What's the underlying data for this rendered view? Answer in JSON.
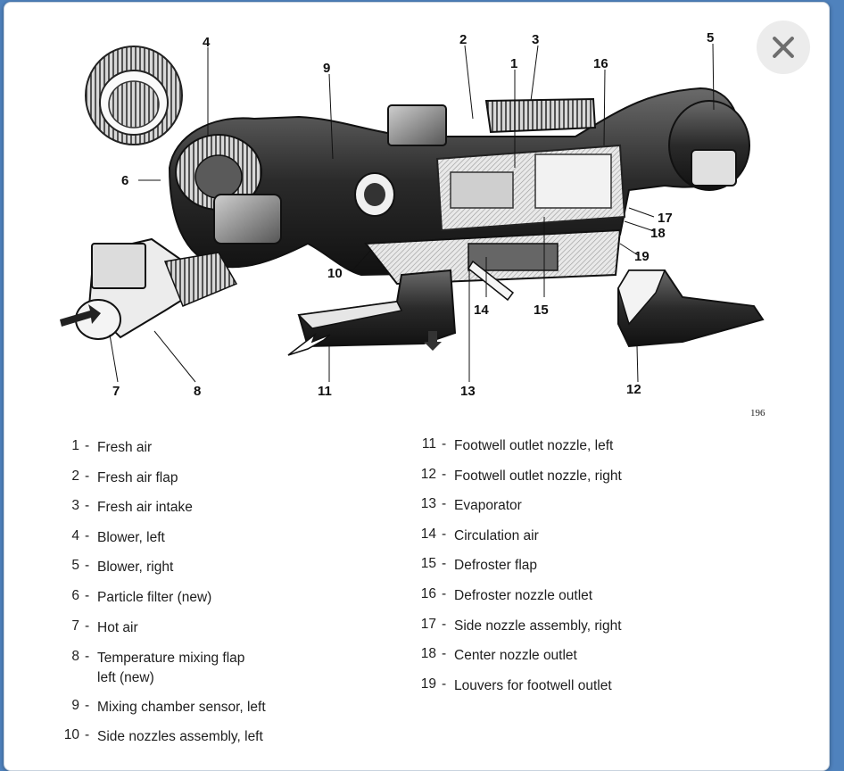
{
  "callouts": [
    "1",
    "2",
    "3",
    "4",
    "5",
    "6",
    "7",
    "8",
    "9",
    "10",
    "11",
    "12",
    "13",
    "14",
    "15",
    "16",
    "17",
    "18",
    "19"
  ],
  "figure_number": "196",
  "legend": [
    {
      "num": "1",
      "dash": "-",
      "text": "Fresh air"
    },
    {
      "num": "2",
      "dash": "-",
      "text": "Fresh air flap"
    },
    {
      "num": "3",
      "dash": "-",
      "text": "Fresh air intake"
    },
    {
      "num": "4",
      "dash": "-",
      "text": "Blower, left"
    },
    {
      "num": "5",
      "dash": "-",
      "text": "Blower, right"
    },
    {
      "num": "6",
      "dash": "-",
      "text": "Particle filter (new)"
    },
    {
      "num": "7",
      "dash": "-",
      "text": "Hot air"
    },
    {
      "num": "8",
      "dash": "-",
      "text": "Temperature mixing flap",
      "text2": "left (new)"
    },
    {
      "num": "9",
      "dash": "-",
      "text": "Mixing chamber sensor, left"
    },
    {
      "num": "10",
      "dash": "-",
      "text": "Side nozzles assembly, left"
    },
    {
      "num": "11",
      "dash": "-",
      "text": "Footwell outlet nozzle, left"
    },
    {
      "num": "12",
      "dash": "-",
      "text": "Footwell outlet nozzle, right"
    },
    {
      "num": "13",
      "dash": "-",
      "text": "Evaporator"
    },
    {
      "num": "14",
      "dash": "-",
      "text": "Circulation air"
    },
    {
      "num": "15",
      "dash": "-",
      "text": "Defroster flap"
    },
    {
      "num": "16",
      "dash": "-",
      "text": "Defroster nozzle outlet"
    },
    {
      "num": "17",
      "dash": "-",
      "text": "Side nozzle assembly, right"
    },
    {
      "num": "18",
      "dash": "-",
      "text": "Center nozzle outlet"
    },
    {
      "num": "19",
      "dash": "-",
      "text": "Louvers for footwell outlet"
    }
  ],
  "icons": {
    "close": "close-icon"
  }
}
